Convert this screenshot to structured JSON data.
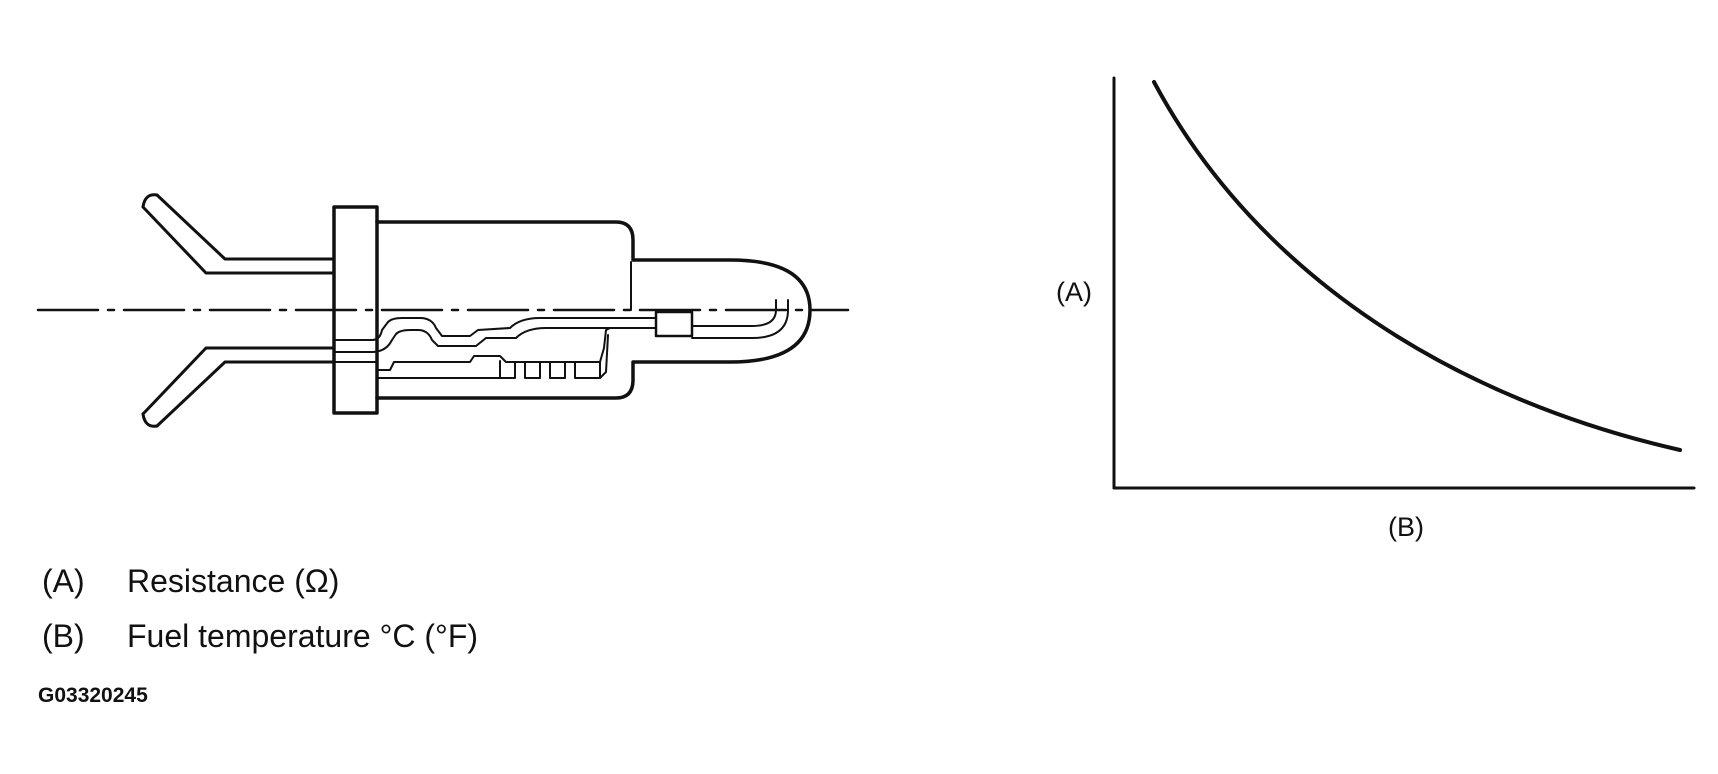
{
  "sensor_drawing": {
    "description_icon": "fuel-temperature-sensor-cross-section"
  },
  "graph": {
    "y_axis_label": "(A)",
    "x_axis_label": "(B)",
    "curve": "resistance decreases as temperature increases"
  },
  "legend": [
    {
      "key": "(A)",
      "text": "Resistance (Ω)"
    },
    {
      "key": "(B)",
      "text": "Fuel temperature °C (°F)"
    }
  ],
  "figure_code": "G03320245",
  "colors": {
    "line": "#111111",
    "background": "#ffffff"
  }
}
